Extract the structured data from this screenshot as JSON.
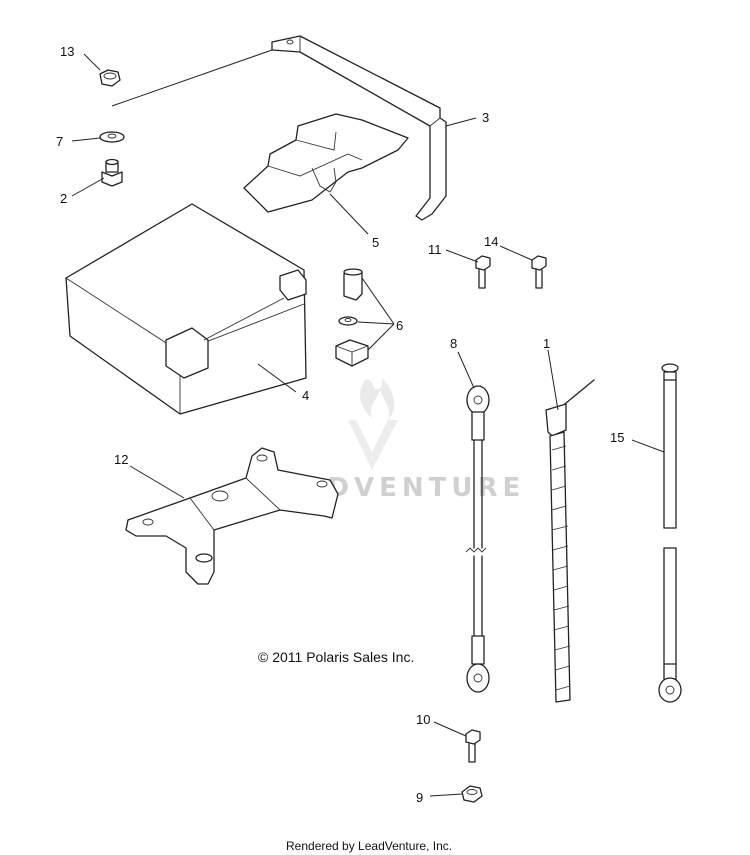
{
  "callouts": [
    {
      "id": "13",
      "label": "13"
    },
    {
      "id": "7",
      "label": "7"
    },
    {
      "id": "2",
      "label": "2"
    },
    {
      "id": "3",
      "label": "3"
    },
    {
      "id": "5",
      "label": "5"
    },
    {
      "id": "11",
      "label": "11"
    },
    {
      "id": "14",
      "label": "14"
    },
    {
      "id": "6",
      "label": "6"
    },
    {
      "id": "4",
      "label": "4"
    },
    {
      "id": "8",
      "label": "8"
    },
    {
      "id": "1",
      "label": "1"
    },
    {
      "id": "15",
      "label": "15"
    },
    {
      "id": "12",
      "label": "12"
    },
    {
      "id": "10",
      "label": "10"
    },
    {
      "id": "9",
      "label": "9"
    }
  ],
  "copyright": "© 2011 Polaris Sales Inc.",
  "watermark": "LEADVENTURE",
  "footer": "Rendered by LeadVenture, Inc."
}
